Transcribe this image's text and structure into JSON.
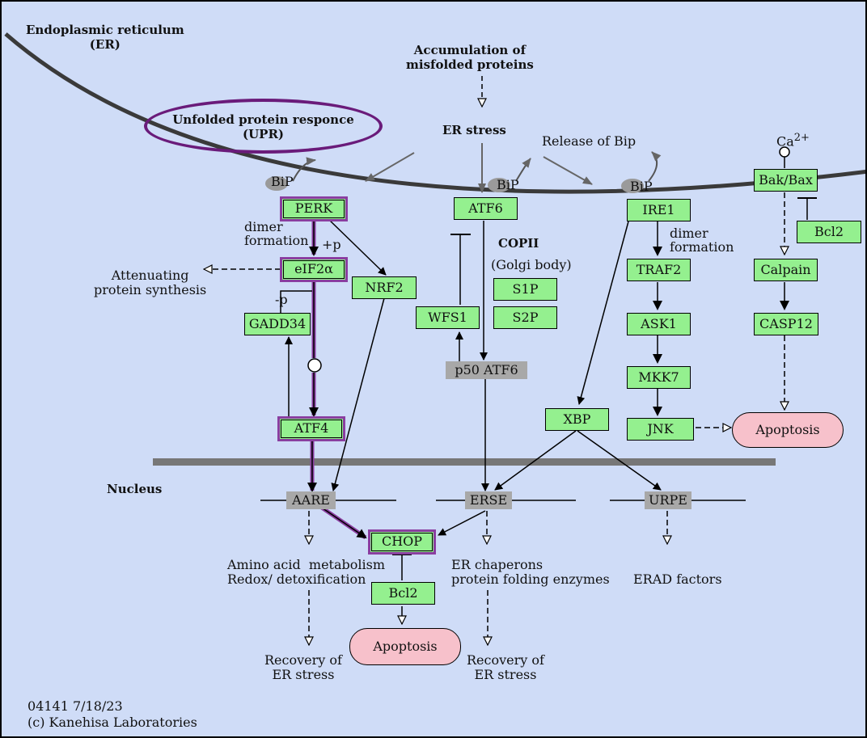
{
  "regions": {
    "er": "Endoplasmic reticulum\n(ER)",
    "nucleus": "Nucleus"
  },
  "labels": {
    "accumulation": "Accumulation of\nmisfolded proteins",
    "er_stress": "ER stress",
    "release_bip": "Release of Bip",
    "ca": "Ca",
    "ca_sup": "2+",
    "bip": "BiP",
    "upr": "Unfolded protein responce\n(UPR)",
    "dimer_formation_left": "dimer\nformation",
    "dimer_formation_right": "dimer\nformation",
    "plus_p": "+p",
    "minus_p": "-p",
    "attenuating": "Attenuating\nprotein synthesis",
    "copii": "COPII",
    "golgi": "(Golgi body)",
    "amino_acid": "Amino acid  metabolism\nRedox/ detoxification",
    "er_chaperons": "ER chaperons\nprotein folding enzymes",
    "erad": "ERAD factors",
    "recovery_left": "Recovery of\nER stress",
    "recovery_right": "Recovery of\nER stress"
  },
  "nodes": {
    "perk": "PERK",
    "eif2a": "eIF2α",
    "gadd34": "GADD34",
    "nrf2": "NRF2",
    "atf4": "ATF4",
    "atf6": "ATF6",
    "wfs1": "WFS1",
    "s1p": "S1P",
    "s2p": "S2P",
    "ire1": "IRE1",
    "traf2": "TRAF2",
    "ask1": "ASK1",
    "mkk7": "MKK7",
    "jnk": "JNK",
    "xbp": "XBP",
    "bak_bax": "Bak/Bax",
    "bcl2_top": "Bcl2",
    "calpain": "Calpain",
    "casp12": "CASP12",
    "chop": "CHOP",
    "bcl2_bottom": "Bcl2"
  },
  "elements": {
    "p50_atf6": "p50 ATF6",
    "aare": "AARE",
    "erse": "ERSE",
    "urpe": "URPE"
  },
  "outcomes": {
    "apoptosis_right": "Apoptosis",
    "apoptosis_bottom": "Apoptosis"
  },
  "footer": {
    "map_id": "04141 7/18/23",
    "copyright": "(c) Kanehisa Laboratories"
  },
  "colors": {
    "background": "#cfdcf7",
    "gene_box": "#94f08f",
    "highlight_path": "#8a3ea0",
    "apoptosis": "#f7c1cb",
    "element_box": "#a8a8a8",
    "membrane": "#3a3a3a"
  }
}
